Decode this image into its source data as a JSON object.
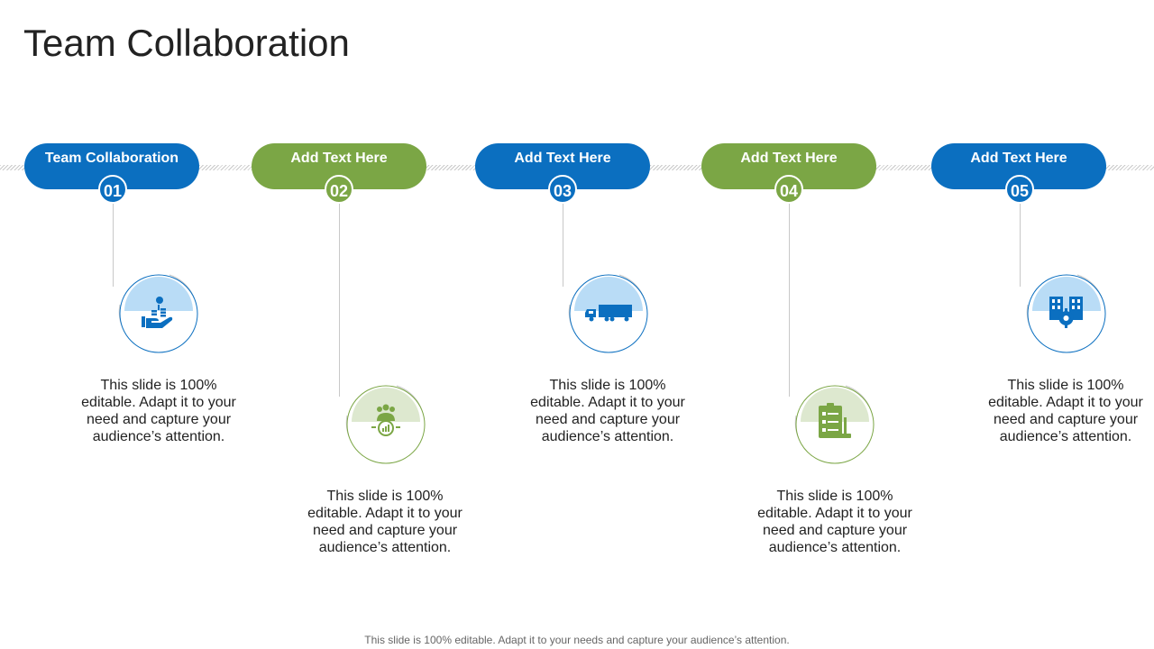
{
  "title": "Team Collaboration",
  "footer": "This slide is 100% editable. Adapt it to your needs and capture your audience’s attention.",
  "colors": {
    "blue": "#0b6fc0",
    "green": "#7ba645",
    "light_blue": "#b9dcf6",
    "light_green": "#dde8cf"
  },
  "steps": [
    {
      "number": "01",
      "label": "Team Collaboration",
      "color": "blue",
      "icon": "hand-money-icon",
      "description": "This slide is 100% editable. Adapt it to your need and capture your audience’s attention."
    },
    {
      "number": "02",
      "label": "Add Text Here",
      "color": "green",
      "icon": "team-chart-icon",
      "description": "This slide is 100% editable. Adapt it to your need and capture your audience’s attention."
    },
    {
      "number": "03",
      "label": "Add Text Here",
      "color": "blue",
      "icon": "truck-icon",
      "description": "This slide is 100% editable. Adapt it to your need and capture your audience’s attention."
    },
    {
      "number": "04",
      "label": "Add Text Here",
      "color": "green",
      "icon": "checklist-icon",
      "description": "This slide is 100% editable. Adapt it to your need and capture your audience’s attention."
    },
    {
      "number": "05",
      "label": "Add Text Here",
      "color": "blue",
      "icon": "building-gear-icon",
      "description": "This slide is 100% editable. Adapt it to your need and capture your audience’s attention."
    }
  ]
}
